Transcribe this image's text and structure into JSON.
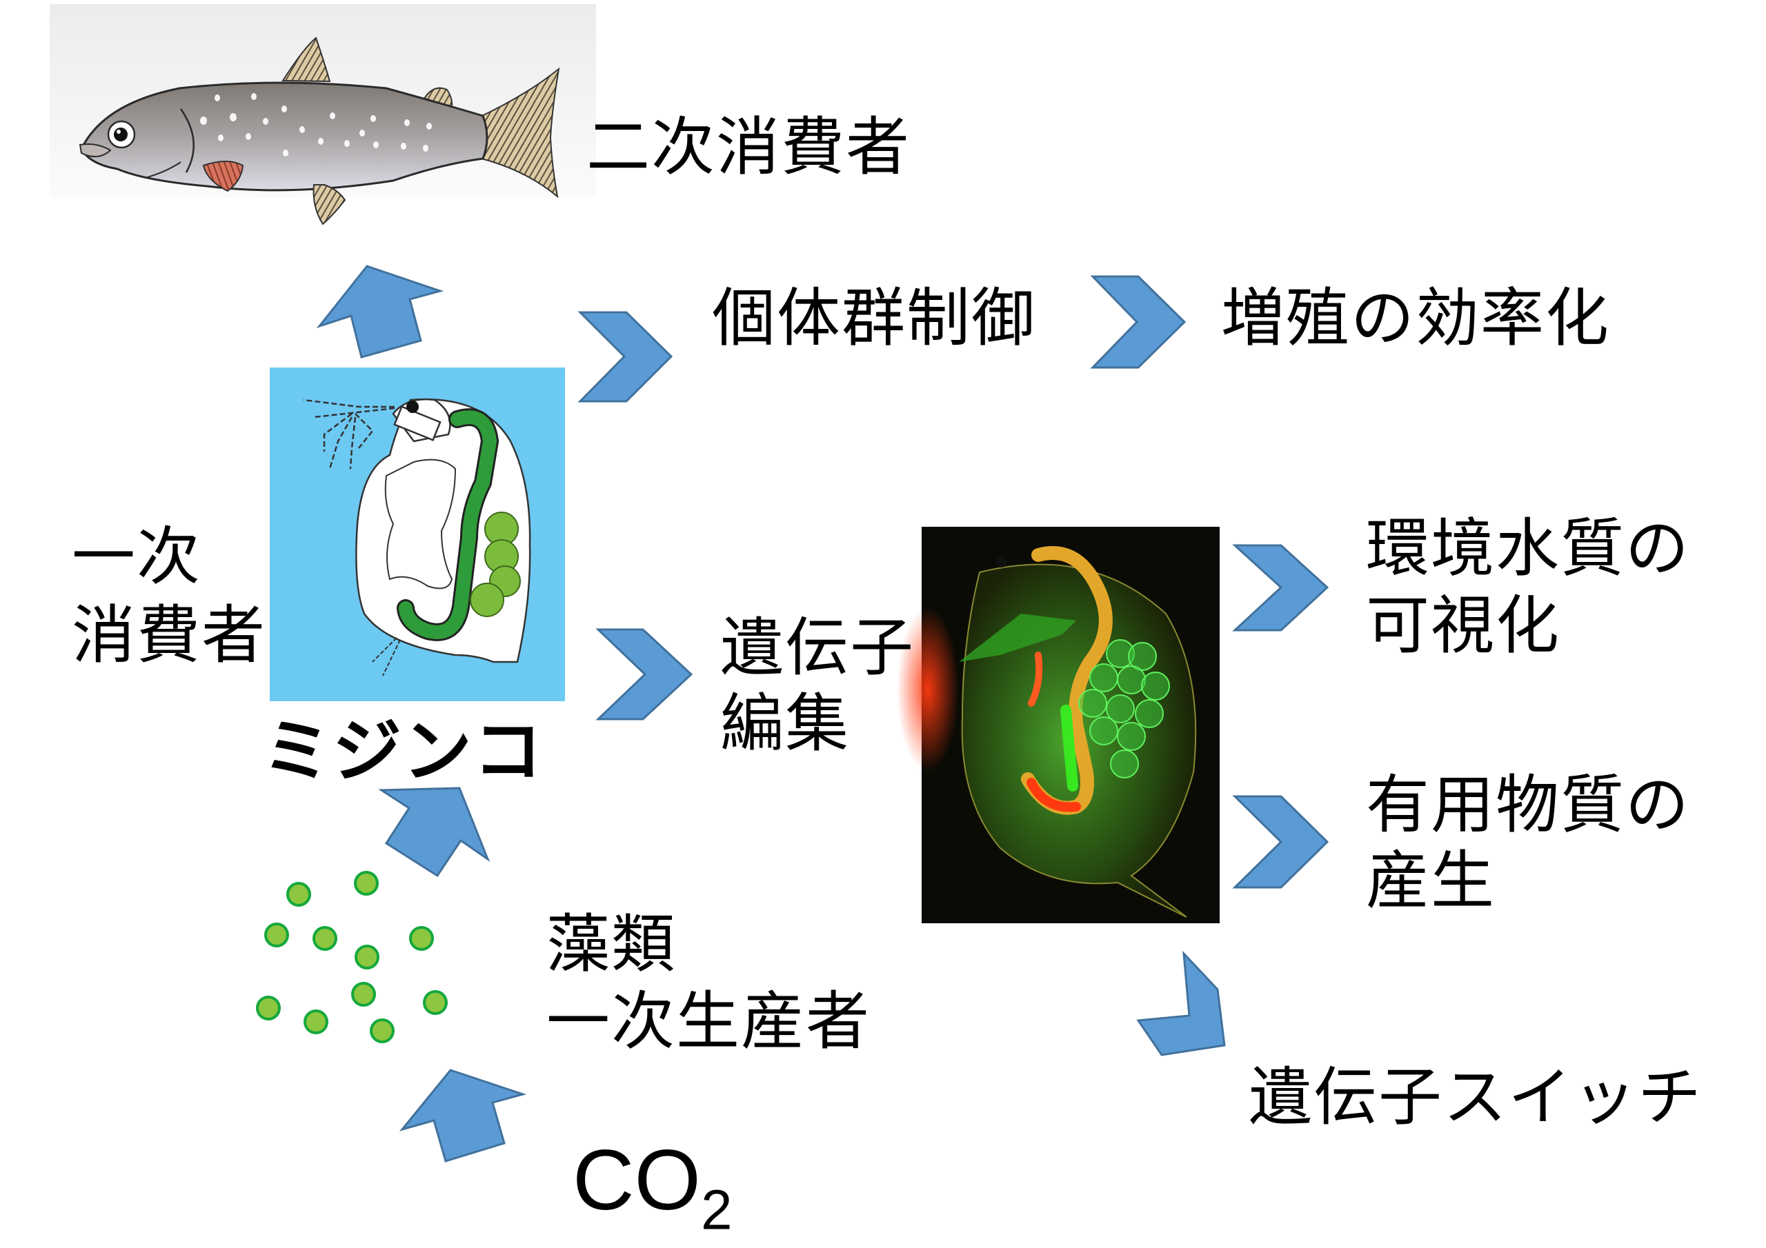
{
  "diagram": {
    "title": "ミジンコ",
    "colors": {
      "arrow_fill": "#5b9bd5",
      "arrow_stroke": "#41719c",
      "daphnia_box_bg": "#6cc9f2",
      "algae_fill": "#8dc63f",
      "algae_stroke": "#14a83c",
      "fluorescent_bg": "#0b0b06"
    },
    "images": {
      "secondary_consumer": "fish-illustration",
      "daphnia": "daphnia-illustration",
      "transgenic_daphnia": "fluorescent-daphnia-photo",
      "algae": "algae-cells"
    },
    "labels": {
      "secondary_consumer": "二次消費者",
      "population_control": "個体群制御",
      "efficient_breeding": "増殖の効率化",
      "primary_consumer_line1": "一次",
      "primary_consumer_line2": "消費者",
      "daphnia_name": "ミジンコ",
      "genome_editing_line1": "遺伝子",
      "genome_editing_line2": "編集",
      "water_quality_line1": "環境水質の",
      "water_quality_line2": "可視化",
      "useful_substances_line1": "有用物質の",
      "useful_substances_line2": "産生",
      "gene_switch": "遺伝子スイッチ",
      "algae_line1": "藻類",
      "algae_line2": "一次生産者",
      "co2_main": "CO",
      "co2_sub": "2"
    },
    "arrows": [
      {
        "id": "daphnia-to-fish",
        "type": "block-arrow",
        "direction": "up"
      },
      {
        "id": "algae-to-daphnia",
        "type": "block-arrow",
        "direction": "up-right"
      },
      {
        "id": "co2-to-algae",
        "type": "block-arrow",
        "direction": "up"
      },
      {
        "id": "daphnia-to-population-control",
        "type": "chevron",
        "direction": "right"
      },
      {
        "id": "population-control-to-breeding",
        "type": "chevron",
        "direction": "right"
      },
      {
        "id": "daphnia-to-genome-editing",
        "type": "chevron",
        "direction": "right"
      },
      {
        "id": "transgenic-to-water-quality",
        "type": "chevron",
        "direction": "right"
      },
      {
        "id": "transgenic-to-useful-substances",
        "type": "chevron",
        "direction": "right"
      },
      {
        "id": "transgenic-to-gene-switch",
        "type": "chevron",
        "direction": "down"
      }
    ]
  }
}
